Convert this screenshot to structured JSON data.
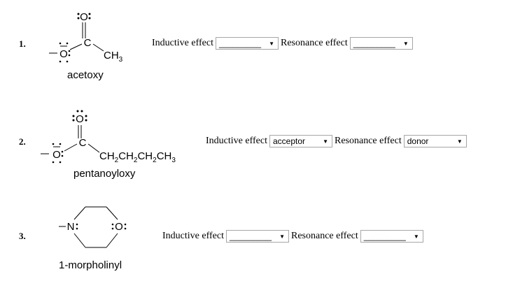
{
  "questions": [
    {
      "number": "1.",
      "name": "acetoxy",
      "atoms": {
        "o_top": "O",
        "c": "C",
        "o_left": "O",
        "ch3_main": "CH",
        "ch3_sub": "3"
      },
      "inductive_label": "Inductive effect",
      "inductive_value": "_________",
      "resonance_label": "Resonance effect",
      "resonance_value": "_________"
    },
    {
      "number": "2.",
      "name": "pentanoyloxy",
      "atoms": {
        "o_top": "O",
        "c": "C",
        "o_left": "O",
        "chain": [
          "CH",
          "2",
          "CH",
          "2",
          "CH",
          "2",
          "CH",
          "3"
        ]
      },
      "inductive_label": "Inductive effect",
      "inductive_value": "acceptor",
      "resonance_label": "Resonance effect",
      "resonance_value": "donor"
    },
    {
      "number": "3.",
      "name": "1-morpholinyl",
      "atoms": {
        "n": "N",
        "o": "O"
      },
      "inductive_label": "Inductive effect",
      "inductive_value": "_________",
      "resonance_label": "Resonance effect",
      "resonance_value": "_________"
    }
  ]
}
